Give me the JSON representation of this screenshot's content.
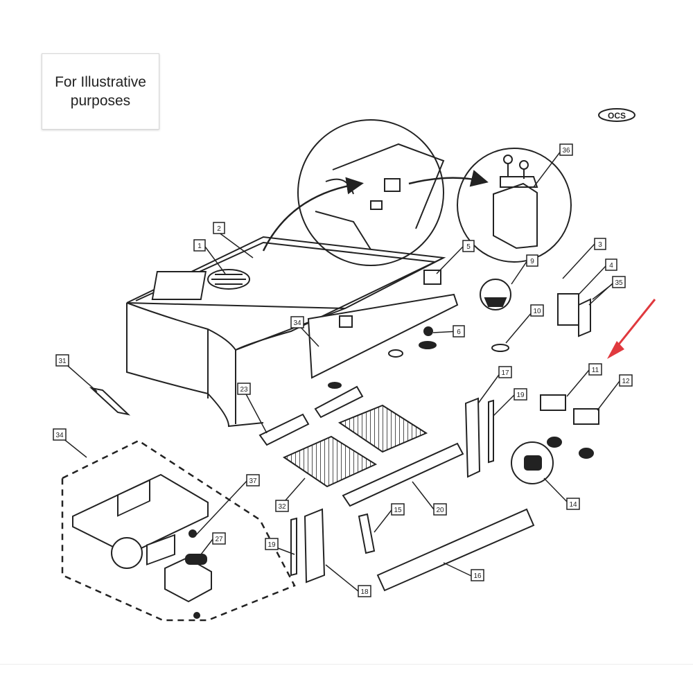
{
  "note": {
    "line1": "For Illustrative",
    "line2": "purposes"
  },
  "brand_logo": {
    "icon": "oval-brand-logo",
    "text": "OCS"
  },
  "callouts": [
    "1",
    "2",
    "3",
    "4",
    "5",
    "6",
    "9",
    "10",
    "11",
    "12",
    "14",
    "15",
    "16",
    "17",
    "18",
    "19",
    "19",
    "20",
    "23",
    "27",
    "31",
    "32",
    "34",
    "34",
    "35",
    "36",
    "37"
  ],
  "colors": {
    "line": "#222222",
    "pointer_arrow": "#e0393e",
    "note_border": "#d7d7d7"
  },
  "pointer": {
    "icon": "red-arrow-icon",
    "target": "11"
  }
}
